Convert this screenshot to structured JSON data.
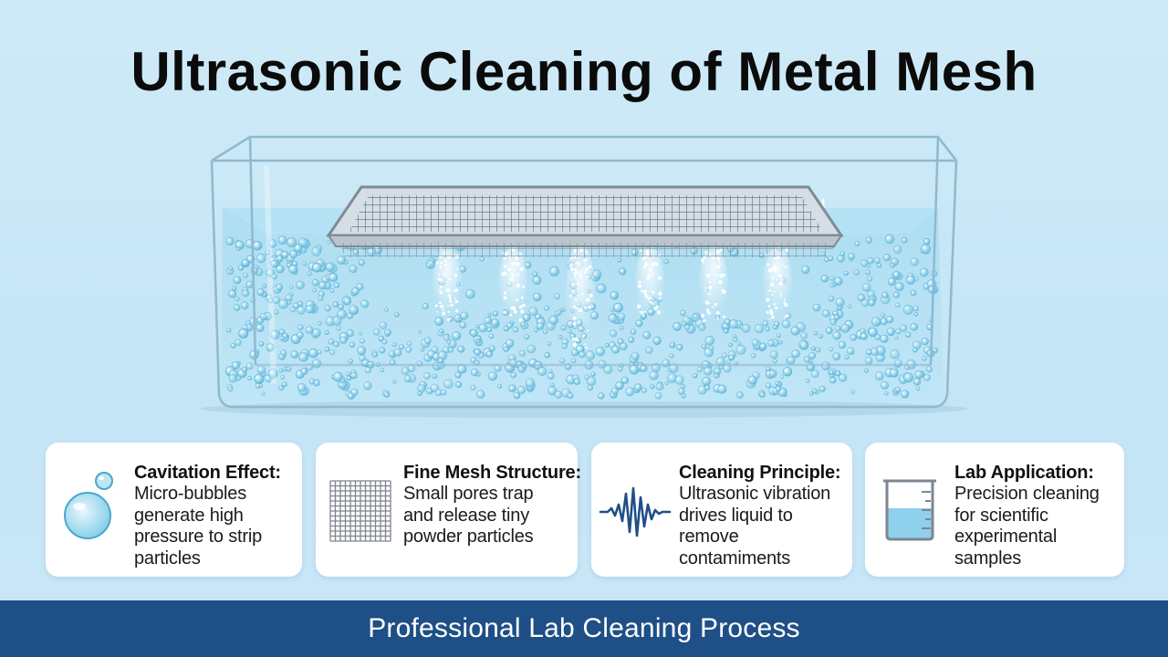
{
  "title": "Ultrasonic Cleaning of Metal Mesh",
  "cards": [
    {
      "icon": "bubbles-icon",
      "title": "Cavitation Effect:",
      "body": "Micro-bubbles generate high pressure to strip particles"
    },
    {
      "icon": "mesh-grid-icon",
      "title": "Fine Mesh Structure:",
      "body": "Small pores trap and release tiny powder particles"
    },
    {
      "icon": "sound-wave-icon",
      "title": "Cleaning Principle:",
      "body": "Ultrasonic vibration drives liquid to remove contamiments"
    },
    {
      "icon": "beaker-icon",
      "title": "Lab Application:",
      "body": "Precision cleaning for scientific experimental samples"
    }
  ],
  "footer": "Professional Lab Cleaning Process",
  "colors": {
    "background": "#c4e5f6",
    "footer": "#1e4f86",
    "bubble": "#7cc9e6",
    "wave": "#1f4f87"
  }
}
